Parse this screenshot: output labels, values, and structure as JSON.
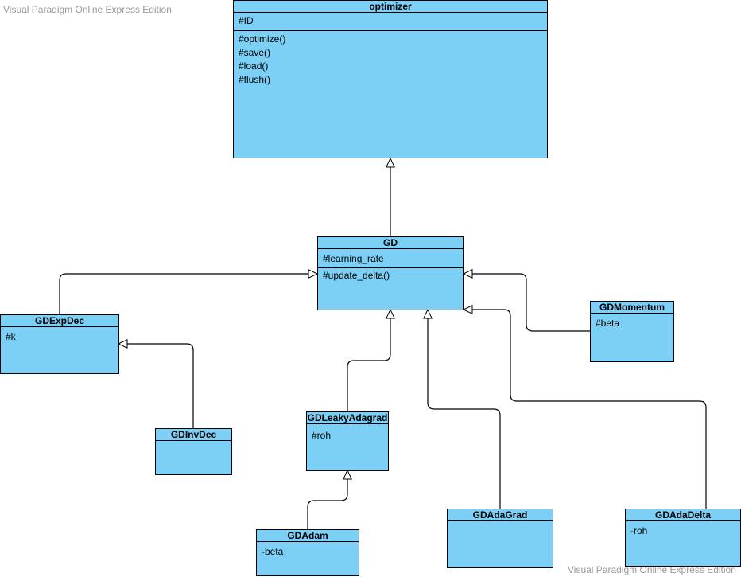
{
  "watermark": {
    "top": "Visual Paradigm Online Express Edition",
    "bottom": "Visual Paradigm Online Express Edition"
  },
  "colors": {
    "class_fill": "#7ccff5",
    "stroke": "#000000",
    "watermark": "#9a9a9a"
  },
  "classes": {
    "optimizer": {
      "name": "optimizer",
      "attributes": [
        "#ID"
      ],
      "operations": [
        "#optimize()",
        "#save()",
        "#load()",
        "#flush()"
      ]
    },
    "gd": {
      "name": "GD",
      "attributes": [
        "#learning_rate"
      ],
      "operations": [
        "#update_delta()"
      ]
    },
    "gdexpdec": {
      "name": "GDExpDec",
      "attributes": [
        "#k"
      ]
    },
    "gdinvdec": {
      "name": "GDInvDec",
      "attributes": []
    },
    "gdmomentum": {
      "name": "GDMomentum",
      "attributes": [
        "#beta"
      ]
    },
    "gdleakyadagrad": {
      "name": "GDLeakyAdagrad",
      "attributes": [
        "#roh"
      ]
    },
    "gdadam": {
      "name": "GDAdam",
      "attributes": [
        "-beta"
      ]
    },
    "gdadagrad": {
      "name": "GDAdaGrad",
      "attributes": []
    },
    "gdadadelta": {
      "name": "GDAdaDelta",
      "attributes": [
        "-roh"
      ]
    }
  },
  "generalizations": [
    {
      "from": "GD",
      "to": "optimizer"
    },
    {
      "from": "GDExpDec",
      "to": "GD"
    },
    {
      "from": "GDInvDec",
      "to": "GDExpDec"
    },
    {
      "from": "GDMomentum",
      "to": "GD"
    },
    {
      "from": "GDLeakyAdagrad",
      "to": "GD"
    },
    {
      "from": "GDAdam",
      "to": "GDLeakyAdagrad"
    },
    {
      "from": "GDAdaGrad",
      "to": "GD"
    },
    {
      "from": "GDAdaDelta",
      "to": "GD"
    }
  ]
}
